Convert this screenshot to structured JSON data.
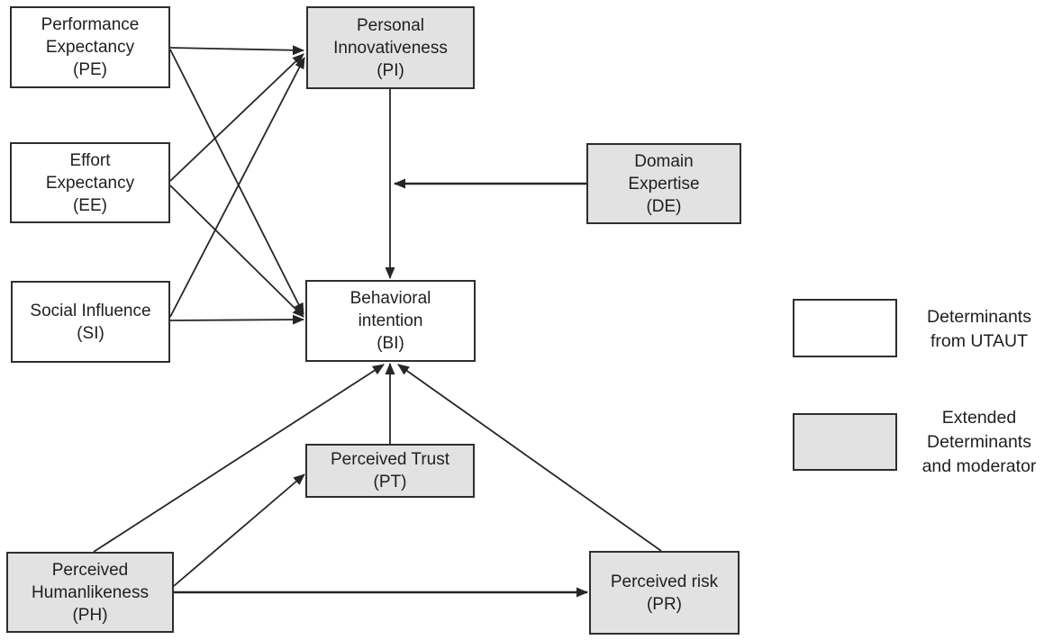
{
  "diagram": {
    "nodes": {
      "pe": {
        "label": "Performance\nExpectancy\n(PE)",
        "abbr": "PE",
        "category": "UTAUT determinant"
      },
      "ee": {
        "label": "Effort\nExpectancy\n(EE)",
        "abbr": "EE",
        "category": "UTAUT determinant"
      },
      "si": {
        "label": "Social Influence\n(SI)",
        "abbr": "SI",
        "category": "UTAUT determinant"
      },
      "pi": {
        "label": "Personal\nInnovativeness\n(PI)",
        "abbr": "PI",
        "category": "Extended determinant"
      },
      "de": {
        "label": "Domain\nExpertise\n(DE)",
        "abbr": "DE",
        "category": "Extended determinant / moderator"
      },
      "bi": {
        "label": "Behavioral\nintention\n(BI)",
        "abbr": "BI",
        "category": "UTAUT determinant"
      },
      "pt": {
        "label": "Perceived Trust\n(PT)",
        "abbr": "PT",
        "category": "Extended determinant"
      },
      "ph": {
        "label": "Perceived\nHumanlikeness\n(PH)",
        "abbr": "PH",
        "category": "Extended determinant"
      },
      "pr": {
        "label": "Perceived risk\n(PR)",
        "abbr": "PR",
        "category": "Extended determinant"
      }
    },
    "edges": [
      {
        "from": "PE",
        "to": "PI"
      },
      {
        "from": "PE",
        "to": "BI"
      },
      {
        "from": "EE",
        "to": "PI"
      },
      {
        "from": "EE",
        "to": "BI"
      },
      {
        "from": "SI",
        "to": "PI"
      },
      {
        "from": "SI",
        "to": "BI"
      },
      {
        "from": "PI",
        "to": "BI"
      },
      {
        "from": "DE",
        "to": "PI-BI path (moderation)"
      },
      {
        "from": "PT",
        "to": "BI"
      },
      {
        "from": "PH",
        "to": "BI"
      },
      {
        "from": "PH",
        "to": "PT"
      },
      {
        "from": "PH",
        "to": "PR"
      },
      {
        "from": "PR",
        "to": "BI"
      }
    ],
    "legend": {
      "utaut_label": "Determinants\nfrom UTAUT",
      "extended_label": "Extended\nDeterminants\nand moderator"
    },
    "colors": {
      "utaut_fill": "#ffffff",
      "extended_fill": "#e2e2e2",
      "border": "#2e2e2e",
      "line": "#262626",
      "text": "#1f1f1f"
    }
  }
}
